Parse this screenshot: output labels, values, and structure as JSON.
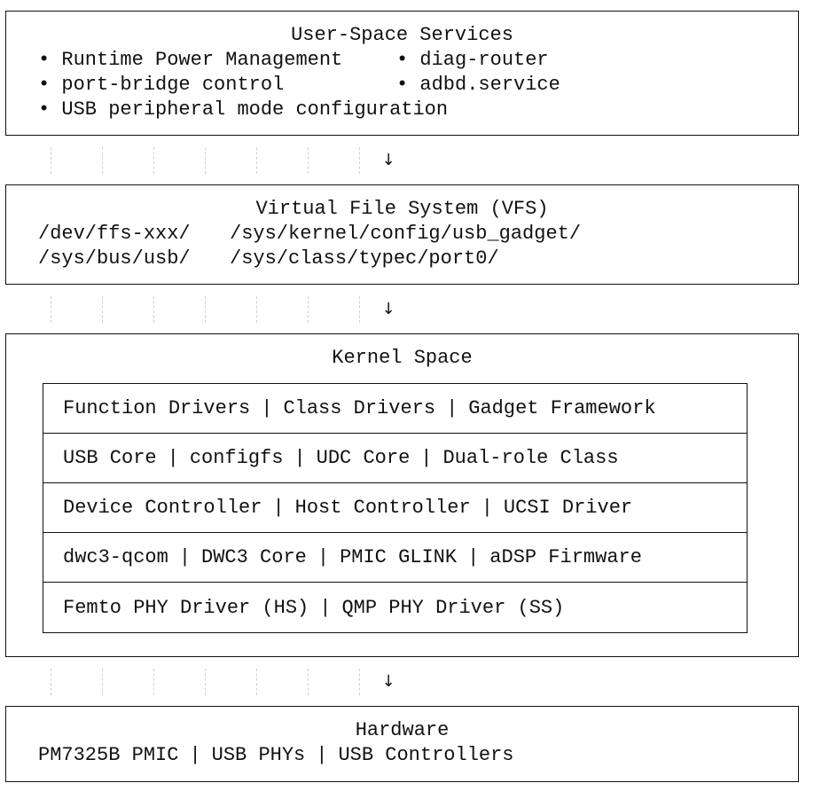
{
  "userspace": {
    "title": "User-Space Services",
    "bullet": "•",
    "items": [
      "Runtime Power Management",
      "diag-router",
      "port-bridge control",
      "adbd.service",
      "USB peripheral mode configuration"
    ]
  },
  "vfs": {
    "title": "Virtual File System (VFS)",
    "paths": [
      "/dev/ffs-xxx/",
      "/sys/kernel/config/usb_gadget/",
      "/sys/bus/usb/",
      "/sys/class/typec/port0/"
    ]
  },
  "kernel": {
    "title": "Kernel Space",
    "rows": [
      [
        "Function Drivers",
        "Class Drivers",
        "Gadget Framework"
      ],
      [
        "USB Core",
        "configfs",
        "UDC Core",
        "Dual-role Class"
      ],
      [
        "Device Controller",
        "Host Controller",
        "UCSI Driver"
      ],
      [
        "dwc3-qcom",
        "DWC3 Core",
        "PMIC GLINK",
        "aDSP Firmware"
      ],
      [
        "Femto PHY Driver (HS)",
        "QMP PHY Driver (SS)"
      ]
    ]
  },
  "hardware": {
    "title": "Hardware",
    "items": [
      "PM7325B PMIC",
      "USB PHYs",
      "USB Controllers"
    ]
  },
  "arrows": {
    "symbol": "↓",
    "separator": "|"
  }
}
